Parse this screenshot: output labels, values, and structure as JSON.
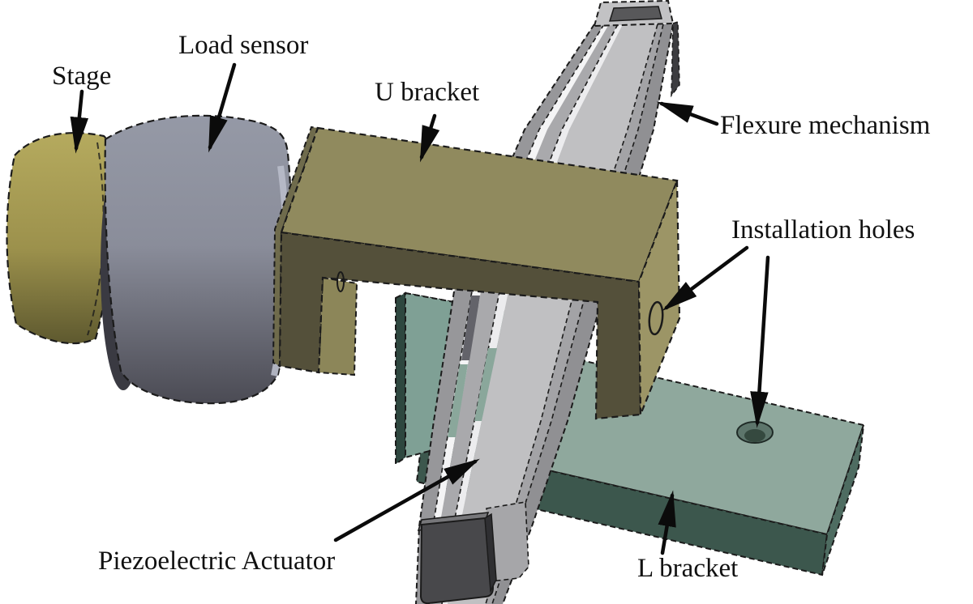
{
  "figure": {
    "kind": "3d-cad-assembly-annotated-diagram",
    "background": "#ffffff"
  },
  "labels": {
    "stage": "Stage",
    "load_sensor": "Load sensor",
    "u_bracket": "U bracket",
    "flexure_mechanism": "Flexure mechanism",
    "installation_holes": "Installation holes",
    "piezoelectric_actuator": "Piezoelectric Actuator",
    "l_bracket": "L bracket"
  },
  "components": [
    {
      "name": "stage",
      "color": "#a89e52"
    },
    {
      "name": "load-sensor",
      "color": "#8d909d"
    },
    {
      "name": "u-bracket",
      "color": "#8f8a5e"
    },
    {
      "name": "flexure-mechanism",
      "color": "#b2b2b4"
    },
    {
      "name": "piezoelectric-actuator",
      "color": "#63636a"
    },
    {
      "name": "l-bracket",
      "color": "#8fa89d"
    },
    {
      "name": "installation-hole",
      "color": "#35493f"
    }
  ],
  "palette": {
    "background": "#ffffff",
    "outline": "#1b1b1b",
    "arrow": "#0b0b0b",
    "label_text": "#111111"
  }
}
